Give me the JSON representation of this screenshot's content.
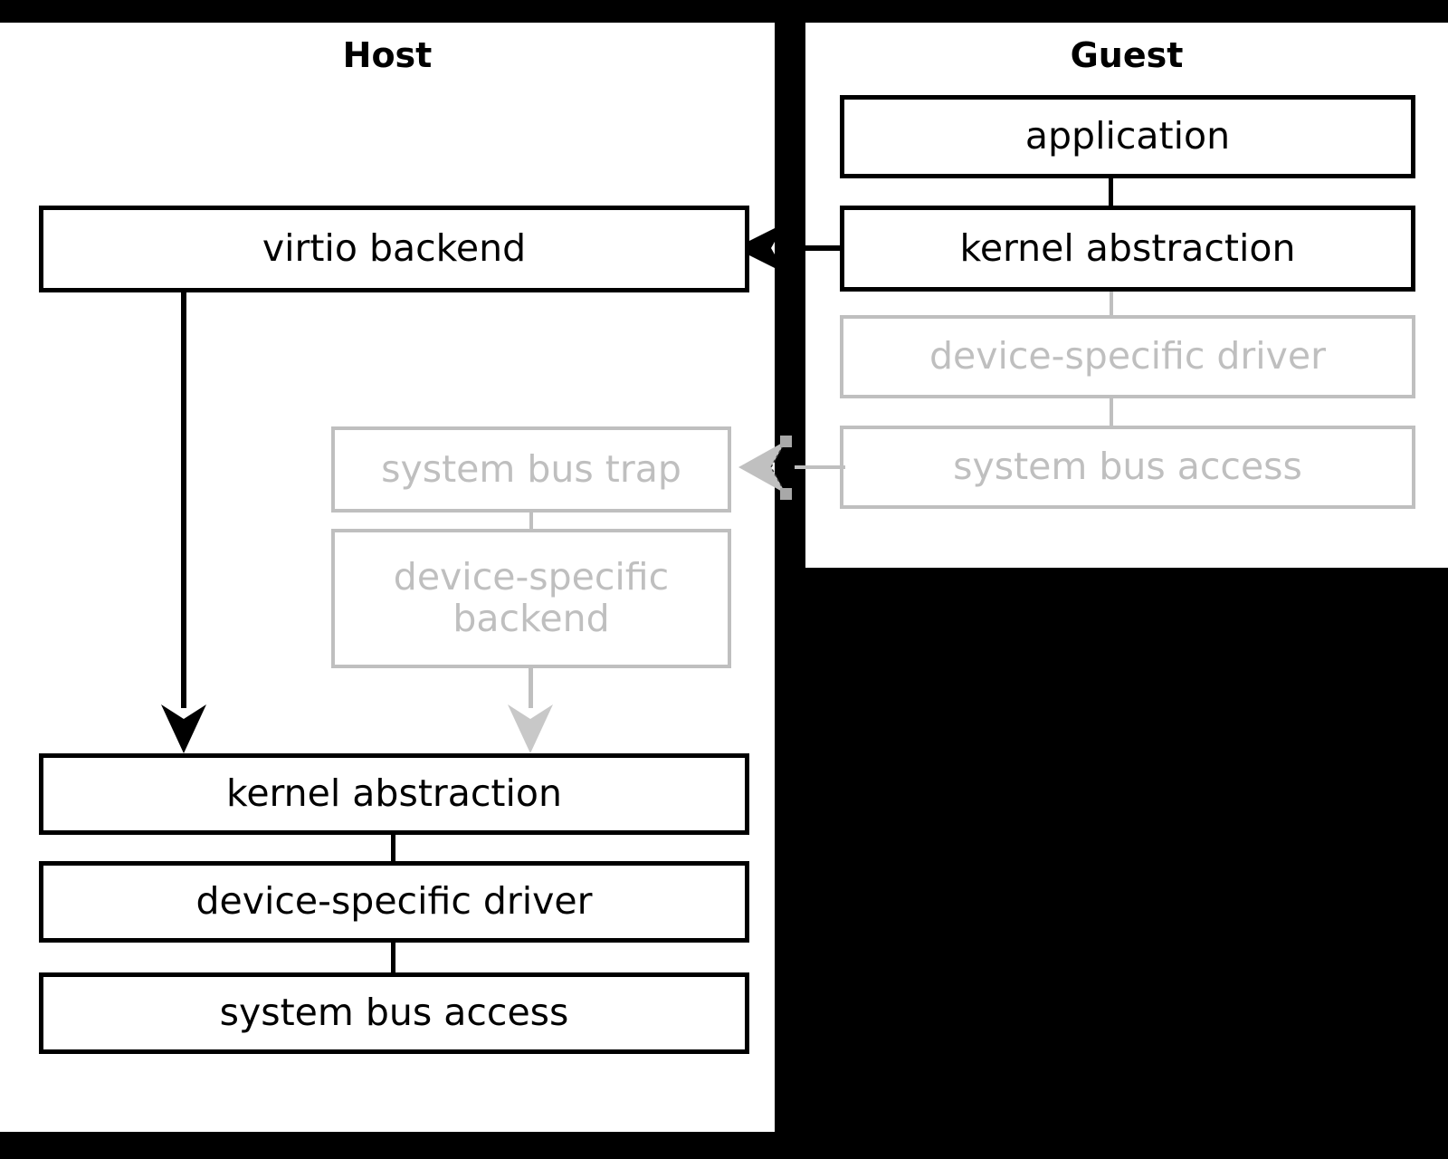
{
  "diagram": {
    "title_host": "Host",
    "title_guest": "Guest",
    "colors": {
      "background": "#000000",
      "panel": "#ffffff",
      "active_stroke": "#000000",
      "inactive_stroke": "#bfbfbf",
      "inactive_text": "#bfbfbf"
    }
  },
  "host": {
    "label": "Host",
    "nodes": {
      "virtio_backend": "virtio backend",
      "system_bus_trap": "system bus trap",
      "device_specific_backend": "device-specific backend",
      "kernel_abstraction": "kernel abstraction",
      "device_specific_driver": "device-specific driver",
      "system_bus_access": "system bus access"
    }
  },
  "guest": {
    "label": "Guest",
    "nodes": {
      "application": "application",
      "kernel_abstraction": "kernel abstraction",
      "device_specific_driver": "device-specific driver",
      "system_bus_access": "system bus access"
    }
  },
  "edges": [
    {
      "id": "guest-kernel-to-virtio-backend",
      "style": "solid",
      "direction": "left"
    },
    {
      "id": "guest-sysbus-access-to-host-sysbus-trap",
      "style": "ghost",
      "direction": "left"
    },
    {
      "id": "virtio-backend-to-host-kernel-abstraction",
      "style": "solid",
      "direction": "down"
    },
    {
      "id": "device-specific-backend-to-host-kernel-abstraction",
      "style": "ghost",
      "direction": "down"
    }
  ]
}
